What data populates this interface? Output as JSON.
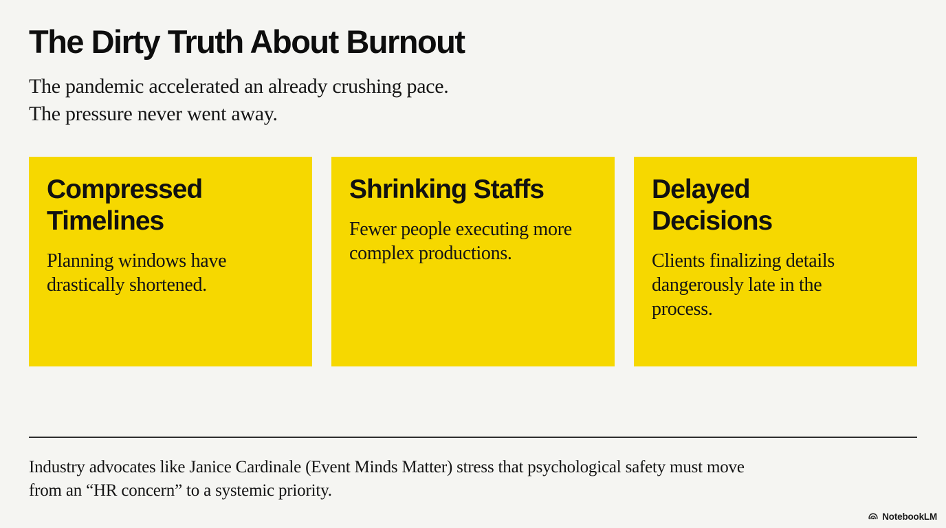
{
  "page": {
    "background": "#f5f5f2",
    "accent_yellow": "#f6d800",
    "text_color": "#121212"
  },
  "header": {
    "title": "The Dirty Truth About Burnout",
    "subtitle_lines": [
      "The pandemic accelerated an already crushing pace.",
      "The pressure never went away."
    ]
  },
  "cards": [
    {
      "title": "Compressed Timelines",
      "body": "Planning windows have drastically shortened."
    },
    {
      "title": "Shrinking Staffs",
      "body": "Fewer people executing more complex productions."
    },
    {
      "title": "Delayed Decisions",
      "body": "Clients finalizing details dangerously late in the process."
    }
  ],
  "footer": {
    "lines": [
      "Industry advocates like Janice Cardinale (Event Minds Matter) stress that psychological safety must move",
      "from an “HR concern” to a systemic priority."
    ]
  },
  "branding": {
    "label": "NotebookLM",
    "icon": "notebooklm-logo-icon"
  }
}
